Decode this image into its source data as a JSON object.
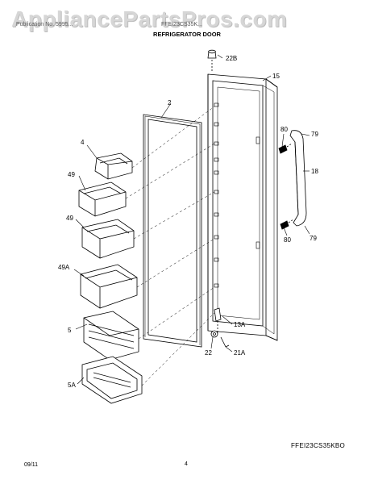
{
  "watermark": "AppliancePartsPros.com",
  "header": {
    "left": "Publication No. 5995...",
    "mid": "FFEI23CS35K..."
  },
  "title": "REFRIGERATOR DOOR",
  "model": "FFEI23CS35KBO",
  "date": "09/11",
  "page": "4",
  "callouts": {
    "c228": "22B",
    "c15": "15",
    "c2": "2",
    "c4": "4",
    "c49a": "49",
    "c49b": "49",
    "c49A": "49A",
    "c80a": "80",
    "c79a": "79",
    "c18": "18",
    "c80b": "80",
    "c79b": "79",
    "c5": "5",
    "c5A": "5A",
    "c13A": "13A",
    "c22": "22",
    "c21A": "21A"
  }
}
